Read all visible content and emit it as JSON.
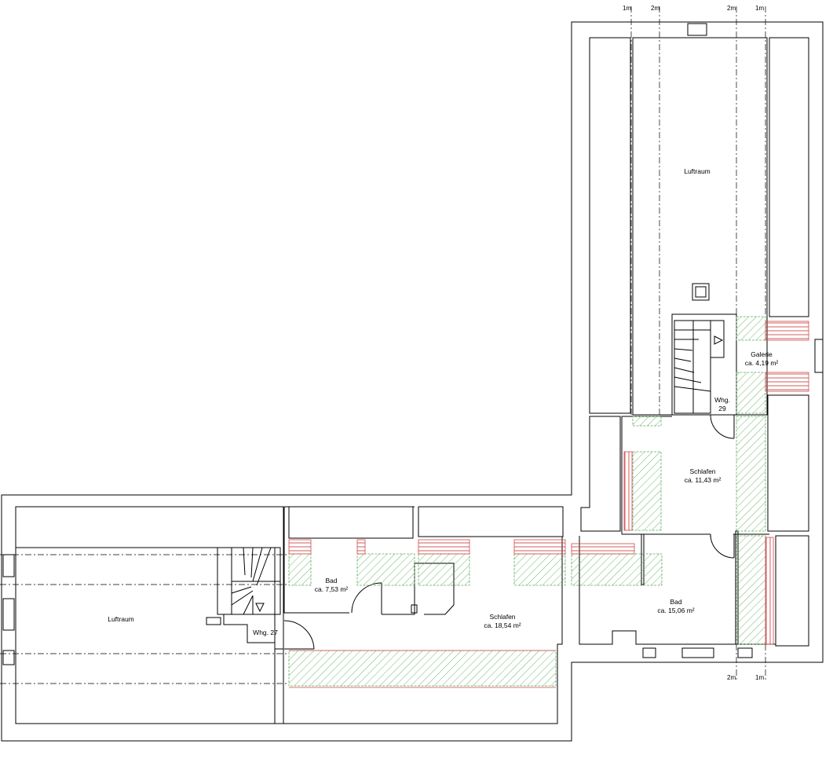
{
  "rooms": {
    "luftraum_top": "Luftraum",
    "luftraum_left": "Luftraum",
    "galerie_name": "Galerie",
    "galerie_area": "ca. 4,19 m²",
    "whg29_line1": "Whg.",
    "whg29_line2": "29",
    "schlafen_right_name": "Schlafen",
    "schlafen_right_area": "ca. 11,43 m²",
    "bad_right_name": "Bad",
    "bad_right_area": "ca. 15,06 m²",
    "bad_left_name": "Bad",
    "bad_left_area": "ca. 7,53 m²",
    "schlafen_left_name": "Schlafen",
    "schlafen_left_area": "ca. 18,54 m²",
    "whg27": "Whg. 27"
  },
  "dimensions": {
    "top": [
      "1m",
      "2m",
      "2m",
      "1m"
    ],
    "bottom": [
      "2m",
      "1m"
    ]
  },
  "colors": {
    "wall": "#000000",
    "hatch_green": "#5fae5f",
    "red_lines": "#d04848"
  }
}
